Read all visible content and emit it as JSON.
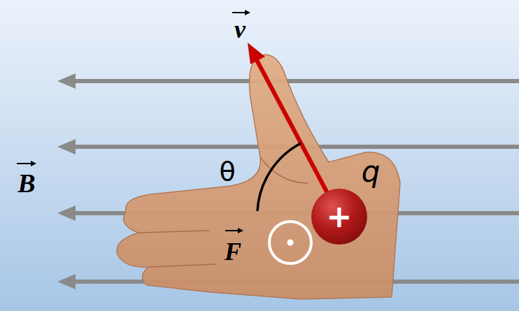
{
  "diagram": {
    "nodes": [
      {
        "text": [
          "+"
        ]
      }
    ],
    "labels": [
      "v",
      "B",
      "θ",
      "q",
      "F"
    ]
  }
}
